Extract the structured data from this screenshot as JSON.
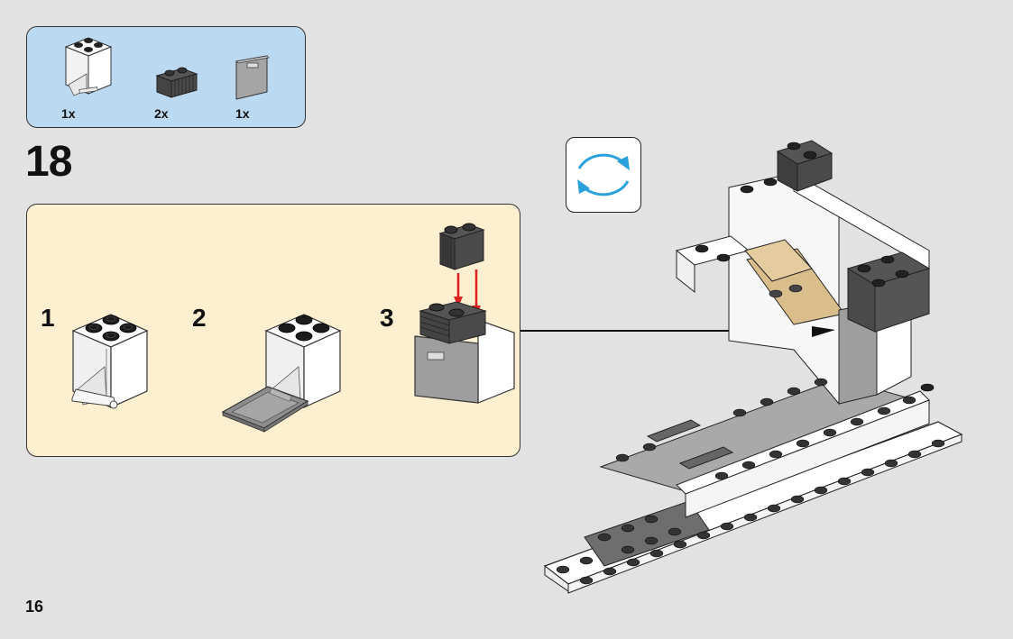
{
  "parts_list": {
    "items": [
      {
        "name": "white 2x2x2 container with hinge",
        "quantity": "1x"
      },
      {
        "name": "dark grey 1x2 grille brick",
        "quantity": "2x"
      },
      {
        "name": "light grey container door",
        "quantity": "1x"
      }
    ]
  },
  "step": {
    "number": "18",
    "substeps": [
      "1",
      "2",
      "3"
    ]
  },
  "rotate_icon": "rotate-model-icon",
  "page": {
    "number": "16"
  },
  "colors": {
    "background": "#e2e2e2",
    "parts_box": "#bcd9f2",
    "substep_box": "#fdefd0",
    "rotate_arrows": "#2aa1dc",
    "placement_arrow": "#e02020"
  }
}
